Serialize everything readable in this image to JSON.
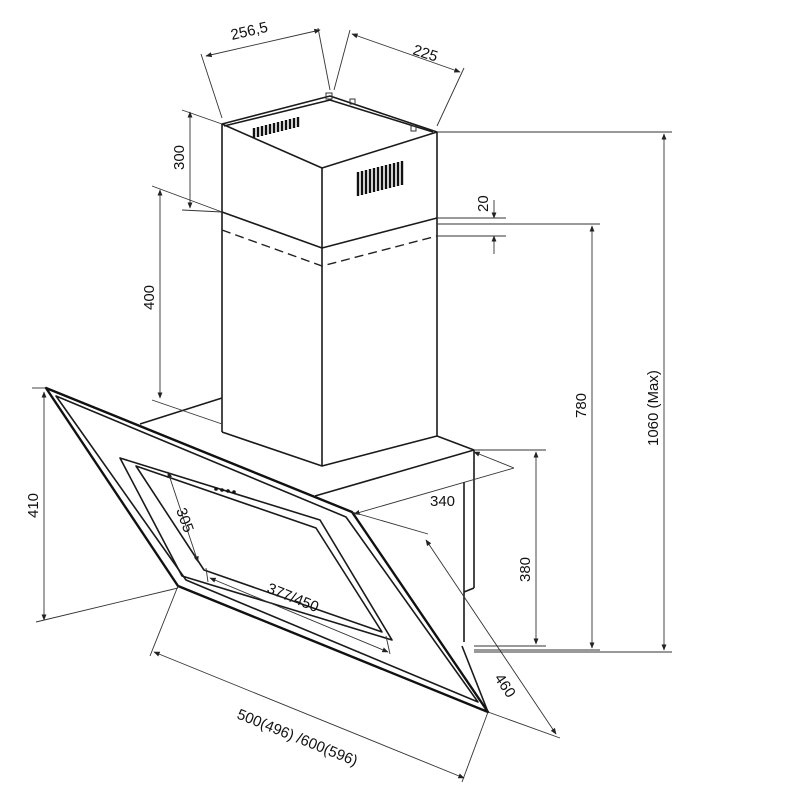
{
  "dimensions": {
    "chimney_width": "256,5",
    "chimney_depth": "225",
    "chimney_upper_height": "300",
    "chimney_lower_height": "400",
    "overlap": "20",
    "height_to_chimney": "780",
    "total_height": "1060 (Max)",
    "body_depth": "340",
    "body_height": "380",
    "glass_height": "410",
    "glass_depth": "460",
    "inner_panel_depth": "305",
    "inner_panel_width": "377/450",
    "overall_width": "500(496) /600(596)"
  },
  "colors": {
    "line": "#1a1a1a",
    "background": "#ffffff"
  }
}
